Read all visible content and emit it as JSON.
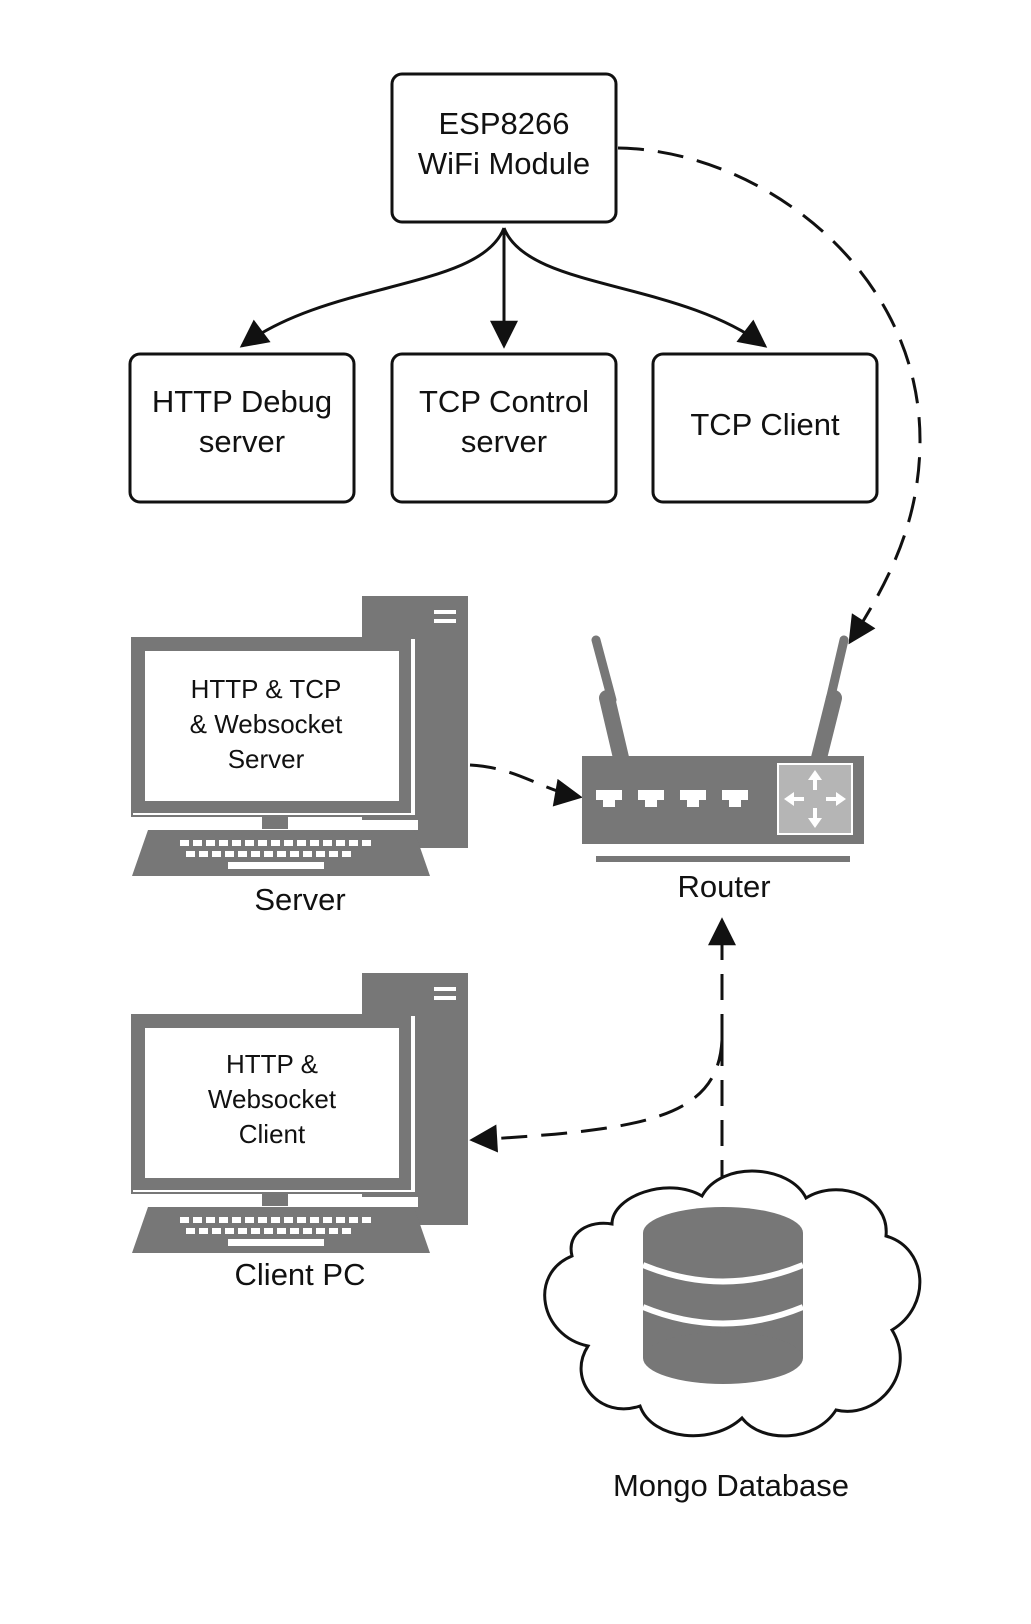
{
  "colors": {
    "ink": "#111111",
    "device_gray": "#777777",
    "light_gray": "#b5b5b5",
    "background": "#ffffff"
  },
  "esp_module": {
    "line1": "ESP8266",
    "line2": "WiFi Module"
  },
  "modules": {
    "http_debug": {
      "line1": "HTTP Debug",
      "line2": "server"
    },
    "tcp_control": {
      "line1": "TCP Control",
      "line2": "server"
    },
    "tcp_client": {
      "line1": "TCP Client"
    }
  },
  "server_pc": {
    "screen_line1": "HTTP & TCP",
    "screen_line2": "& Websocket",
    "screen_line3": "Server",
    "caption": "Server",
    "icon": "desktop-computer-icon"
  },
  "client_pc": {
    "screen_line1": "HTTP &",
    "screen_line2": "Websocket",
    "screen_line3": "Client",
    "caption": "Client PC",
    "icon": "desktop-computer-icon"
  },
  "router": {
    "caption": "Router",
    "icon": "router-icon"
  },
  "database": {
    "caption": "Mongo Database",
    "icon": "database-cloud-icon"
  }
}
